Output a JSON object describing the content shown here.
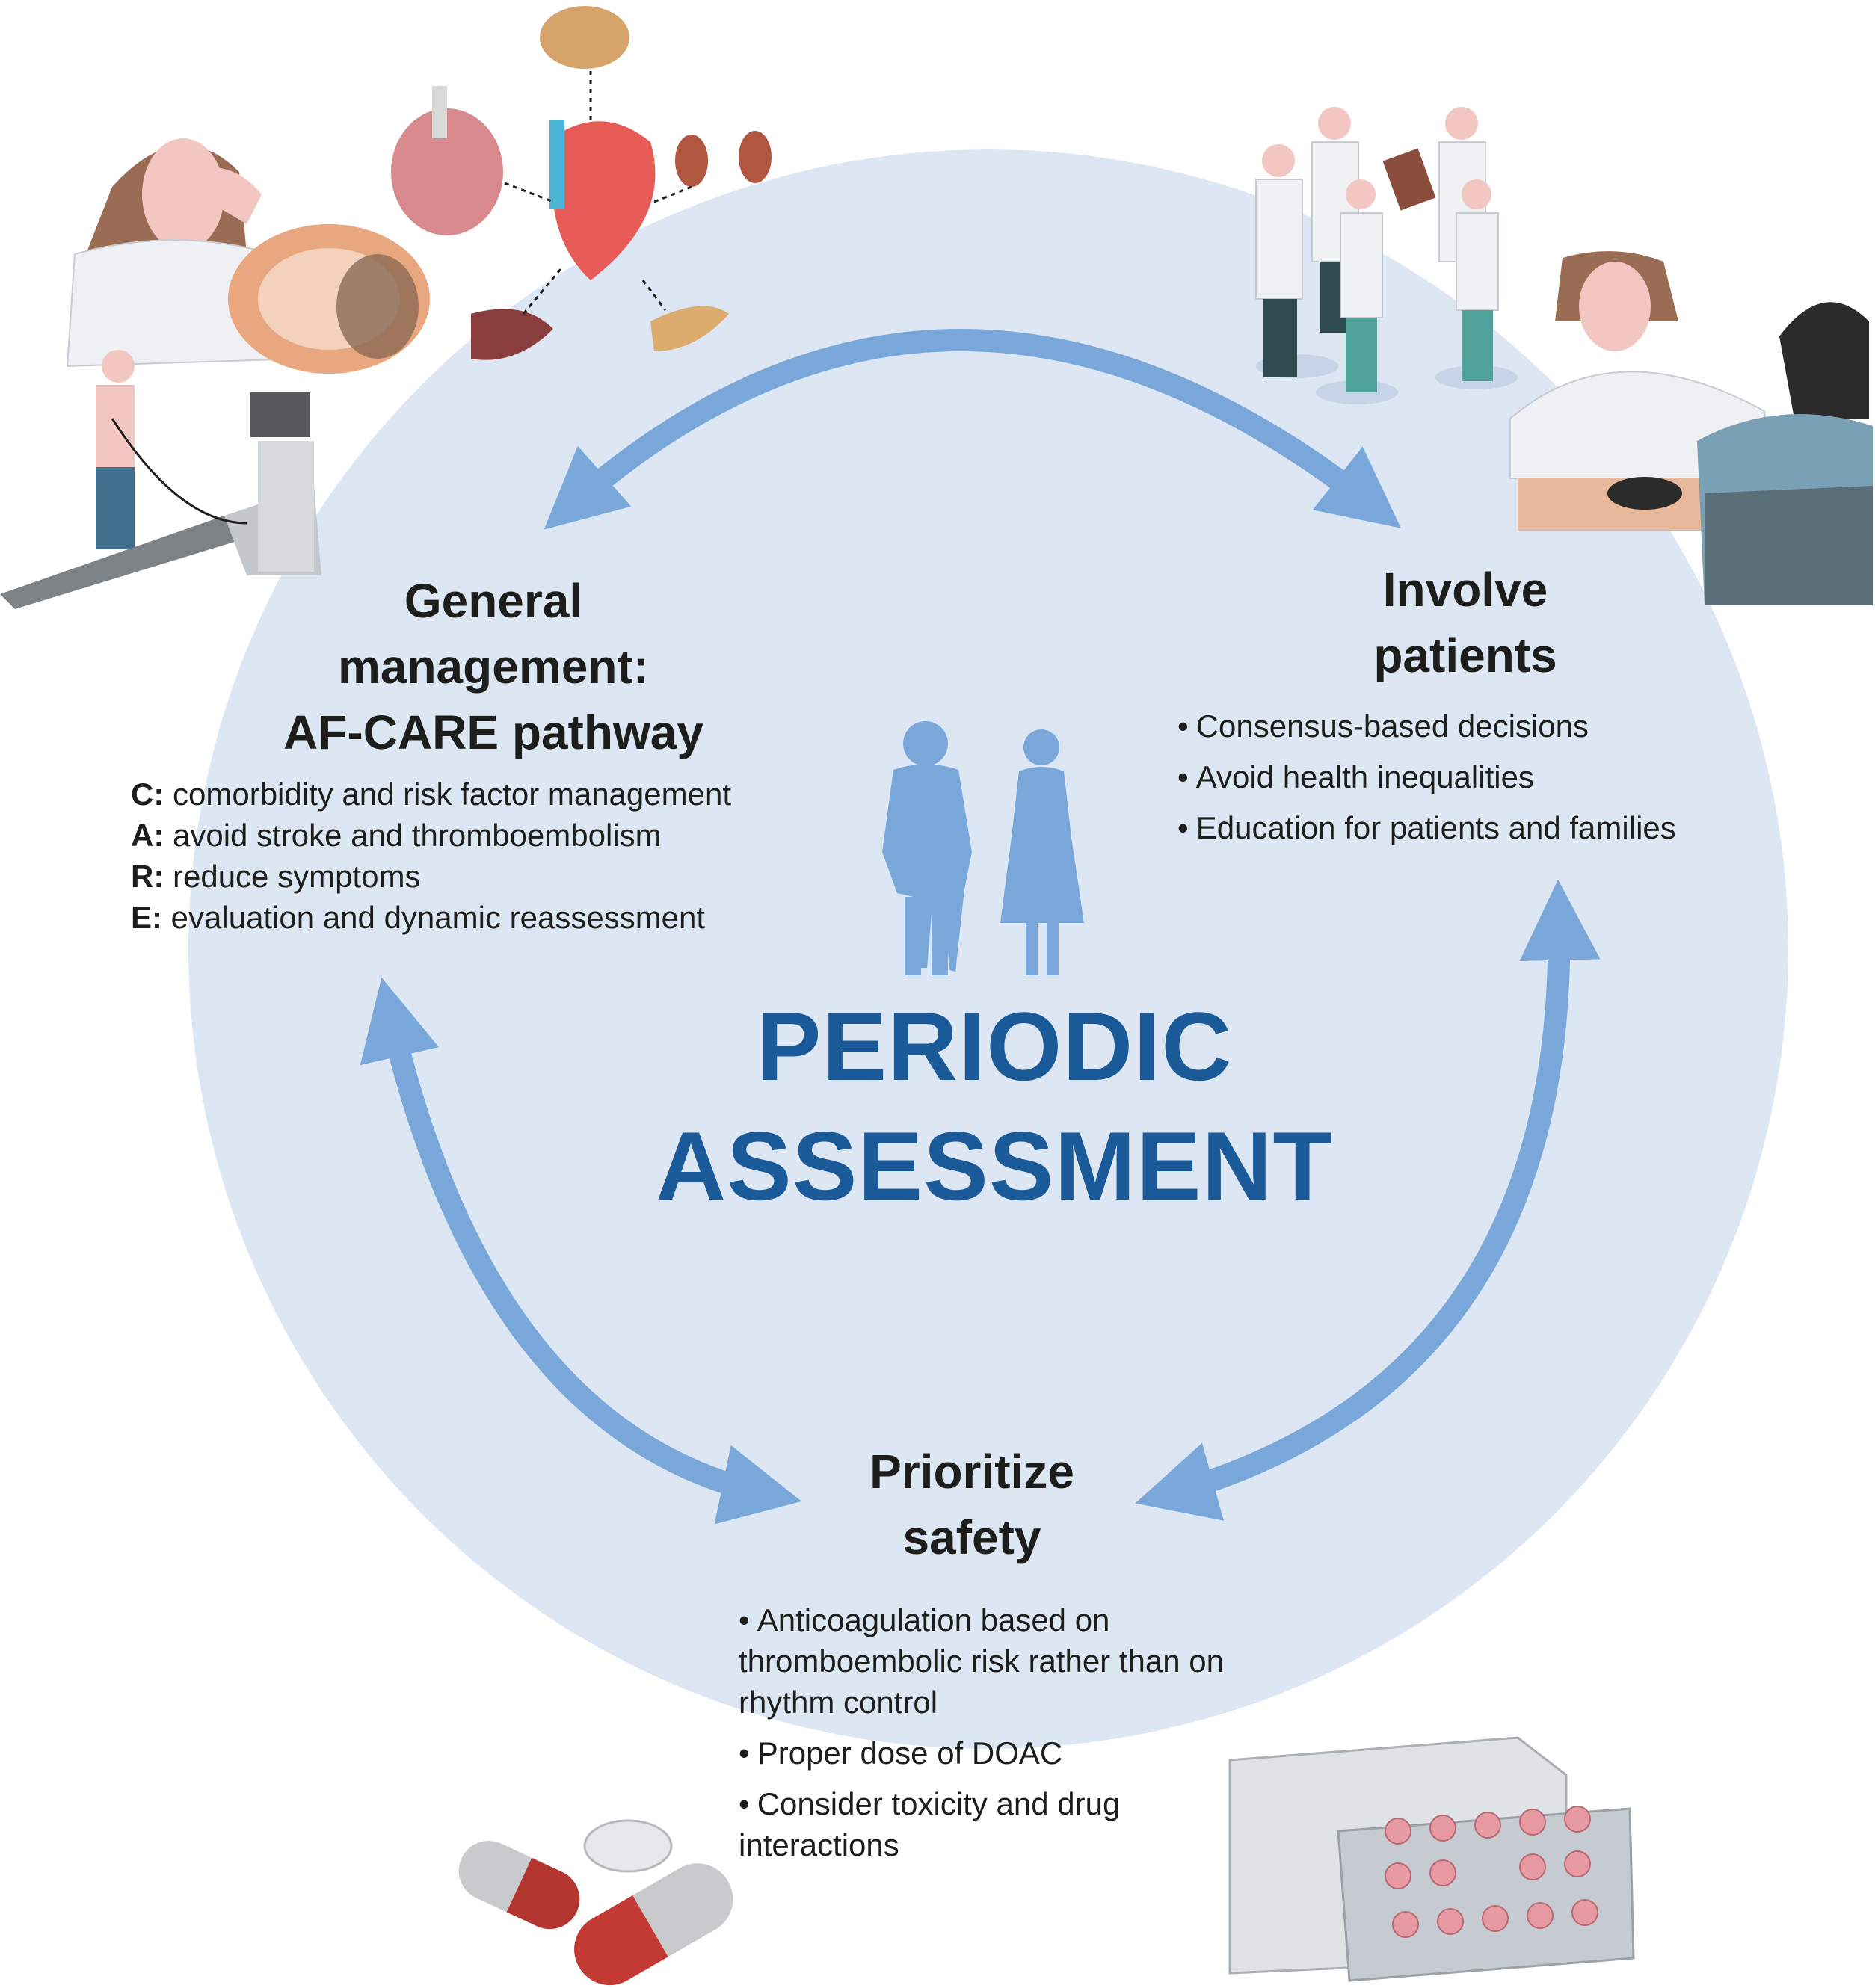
{
  "center": {
    "title_line1": "PERIODIC",
    "title_line2": "ASSESSMENT"
  },
  "general": {
    "heading": [
      "General",
      "management:",
      "AF-CARE pathway"
    ],
    "items": [
      {
        "key": "C:",
        "text": "comorbidity and risk factor management"
      },
      {
        "key": "A:",
        "text": "avoid stroke and thromboembolism"
      },
      {
        "key": "R:",
        "text": "reduce symptoms"
      },
      {
        "key": "E:",
        "text": "evaluation and dynamic reassessment"
      }
    ]
  },
  "involve": {
    "heading": [
      "Involve",
      "patients"
    ],
    "bullets": [
      "Consensus-based decisions",
      "Avoid health inequalities",
      "Education for patients and families"
    ]
  },
  "safety": {
    "heading": [
      "Prioritize",
      "safety"
    ],
    "bullets": [
      "Anticoagulation based on thromboembolic risk rather than on rhythm control",
      "Proper dose of DOAC",
      "Consider toxicity and drug interactions"
    ]
  },
  "colors": {
    "circle": "#dde6f3",
    "arrow": "#7aa7d9",
    "title": "#1a5a99",
    "silhouette": "#7aa7d9"
  },
  "icons": [
    "organs-icon",
    "patient-exam-icon",
    "clinician-team-icon",
    "doctor-consult-icon",
    "capsules-icon",
    "pill-blister-icon",
    "elderly-couple-icon"
  ]
}
